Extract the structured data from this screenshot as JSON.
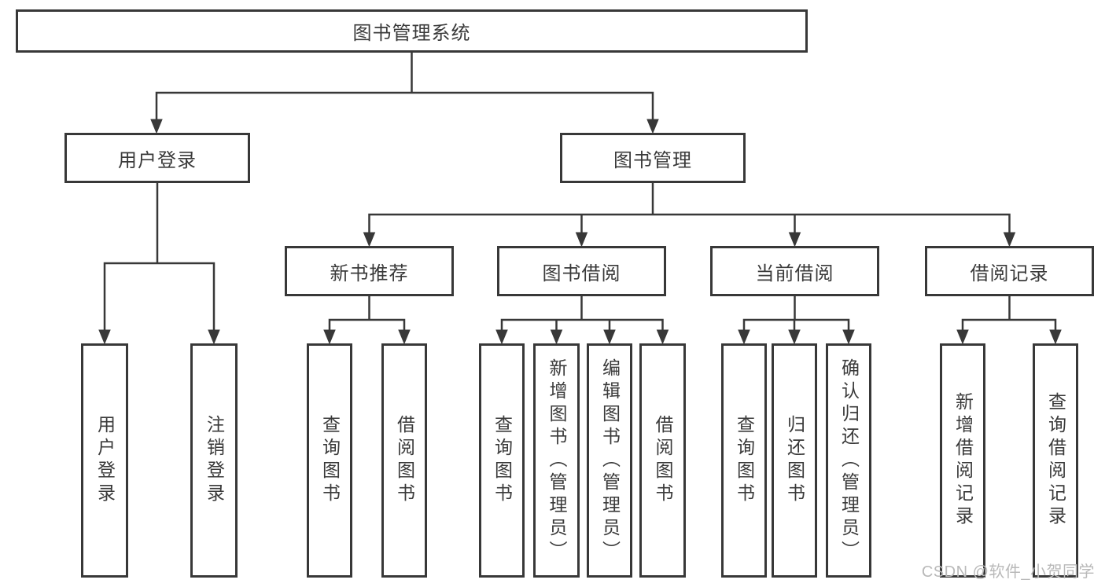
{
  "colors": {
    "line": "#383838",
    "text": "#3a3a3a",
    "box_background": "#ffffff",
    "page_background": "#ffffff",
    "watermark": "#b9b9b9"
  },
  "nodes": {
    "root": {
      "label": "图书管理系统"
    },
    "user_login": {
      "label": "用户登录"
    },
    "book_mgmt": {
      "label": "图书管理"
    },
    "new_books": {
      "label": "新书推荐"
    },
    "book_borrow": {
      "label": "图书借阅"
    },
    "current_borrow": {
      "label": "当前借阅"
    },
    "borrow_records": {
      "label": "借阅记录"
    },
    "leaf_user_login": {
      "label": "用户登录"
    },
    "leaf_logout": {
      "label": "注销登录"
    },
    "leaf_query_books_1": {
      "label": "查询图书"
    },
    "leaf_borrow_books_1": {
      "label": "借阅图书"
    },
    "leaf_query_books_2": {
      "label": "查询图书"
    },
    "leaf_add_books": {
      "label": "新增图书（管理员）"
    },
    "leaf_edit_books": {
      "label": "编辑图书（管理员）"
    },
    "leaf_borrow_books_2": {
      "label": "借阅图书"
    },
    "leaf_query_books_3": {
      "label": "查询图书"
    },
    "leaf_return_books": {
      "label": "归还图书"
    },
    "leaf_confirm_return": {
      "label": "确认归还（管理员）"
    },
    "leaf_add_record": {
      "label": "新增借阅记录"
    },
    "leaf_query_record": {
      "label": "查询借阅记录"
    }
  },
  "watermark": {
    "text": "CSDN @软件_小贺同学"
  }
}
